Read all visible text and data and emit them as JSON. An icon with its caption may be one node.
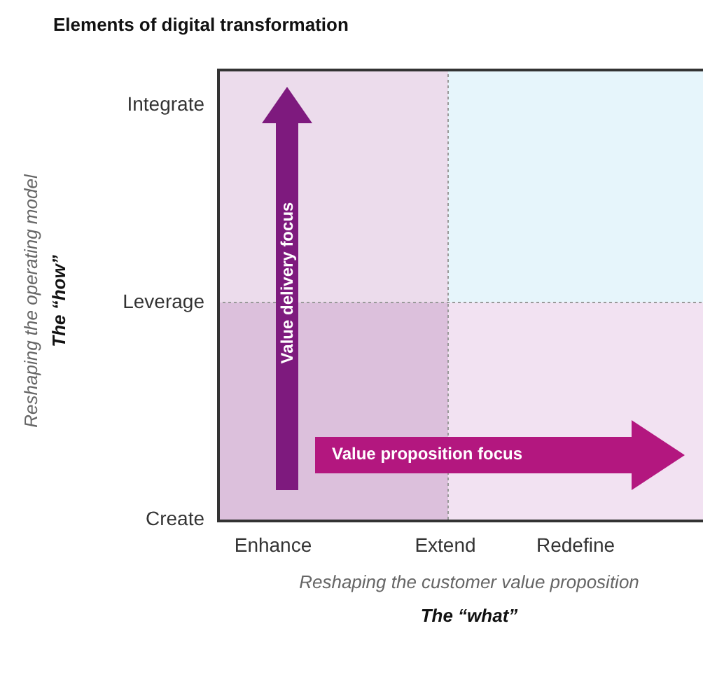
{
  "diagram": {
    "title": "Elements of digital transformation",
    "nodes": [
      {
        "text": [
          "Value delivery focus"
        ]
      },
      {
        "text": [
          "Value proposition focus"
        ]
      }
    ],
    "labels": [
      "Integrate",
      "Leverage",
      "Create",
      "Enhance",
      "Extend",
      "Redefine",
      "Reshaping the operating model",
      "The “how”",
      "Reshaping the customer value proposition",
      "The “what”"
    ]
  }
}
